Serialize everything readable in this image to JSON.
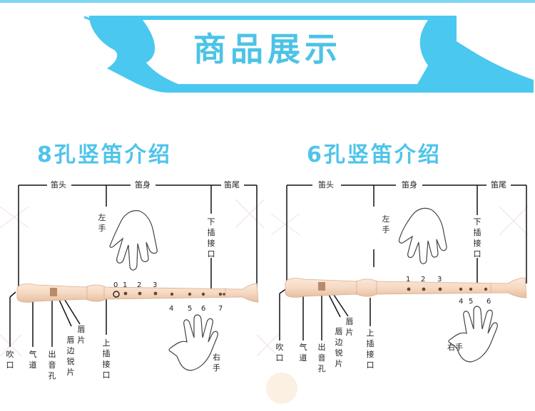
{
  "banner": {
    "title": "商品展示",
    "color": "#4cc3e6"
  },
  "left_panel": {
    "title": "8孔竖笛介绍",
    "sections": {
      "head": "笛头",
      "body": "笛身",
      "tail": "笛尾"
    },
    "left_hand": "左手",
    "right_hand": "右手",
    "lower_joint": "下插接口",
    "upper_joint": "上插接口",
    "hole_numbers_top": [
      "0",
      "1",
      "2",
      "3"
    ],
    "hole_numbers_bottom": [
      "4",
      "5",
      "6",
      "7"
    ],
    "parts": {
      "mouthpiece": "吹口",
      "airway": "气道",
      "sound_hole": "出音孔",
      "lip": "唇片",
      "edge": "唇边锐片"
    }
  },
  "right_panel": {
    "title": "6孔竖笛介绍",
    "sections": {
      "head": "笛头",
      "body": "笛身",
      "tail": "笛尾"
    },
    "left_hand": "左手",
    "right_hand": "右手",
    "lower_joint": "下插接口",
    "upper_joint": "上插接口",
    "hole_numbers_top": [
      "1",
      "2",
      "3"
    ],
    "hole_numbers_bottom": [
      "4",
      "5",
      "6"
    ],
    "parts": {
      "mouthpiece": "吹口",
      "airway": "气道",
      "sound_hole": "出音孔",
      "lip": "唇片",
      "edge": "唇边锐片"
    }
  },
  "colors": {
    "accent": "#4fc4ea",
    "flute": "#f8ddc6",
    "flute_shade": "#e8c3a6",
    "line": "#111111"
  }
}
